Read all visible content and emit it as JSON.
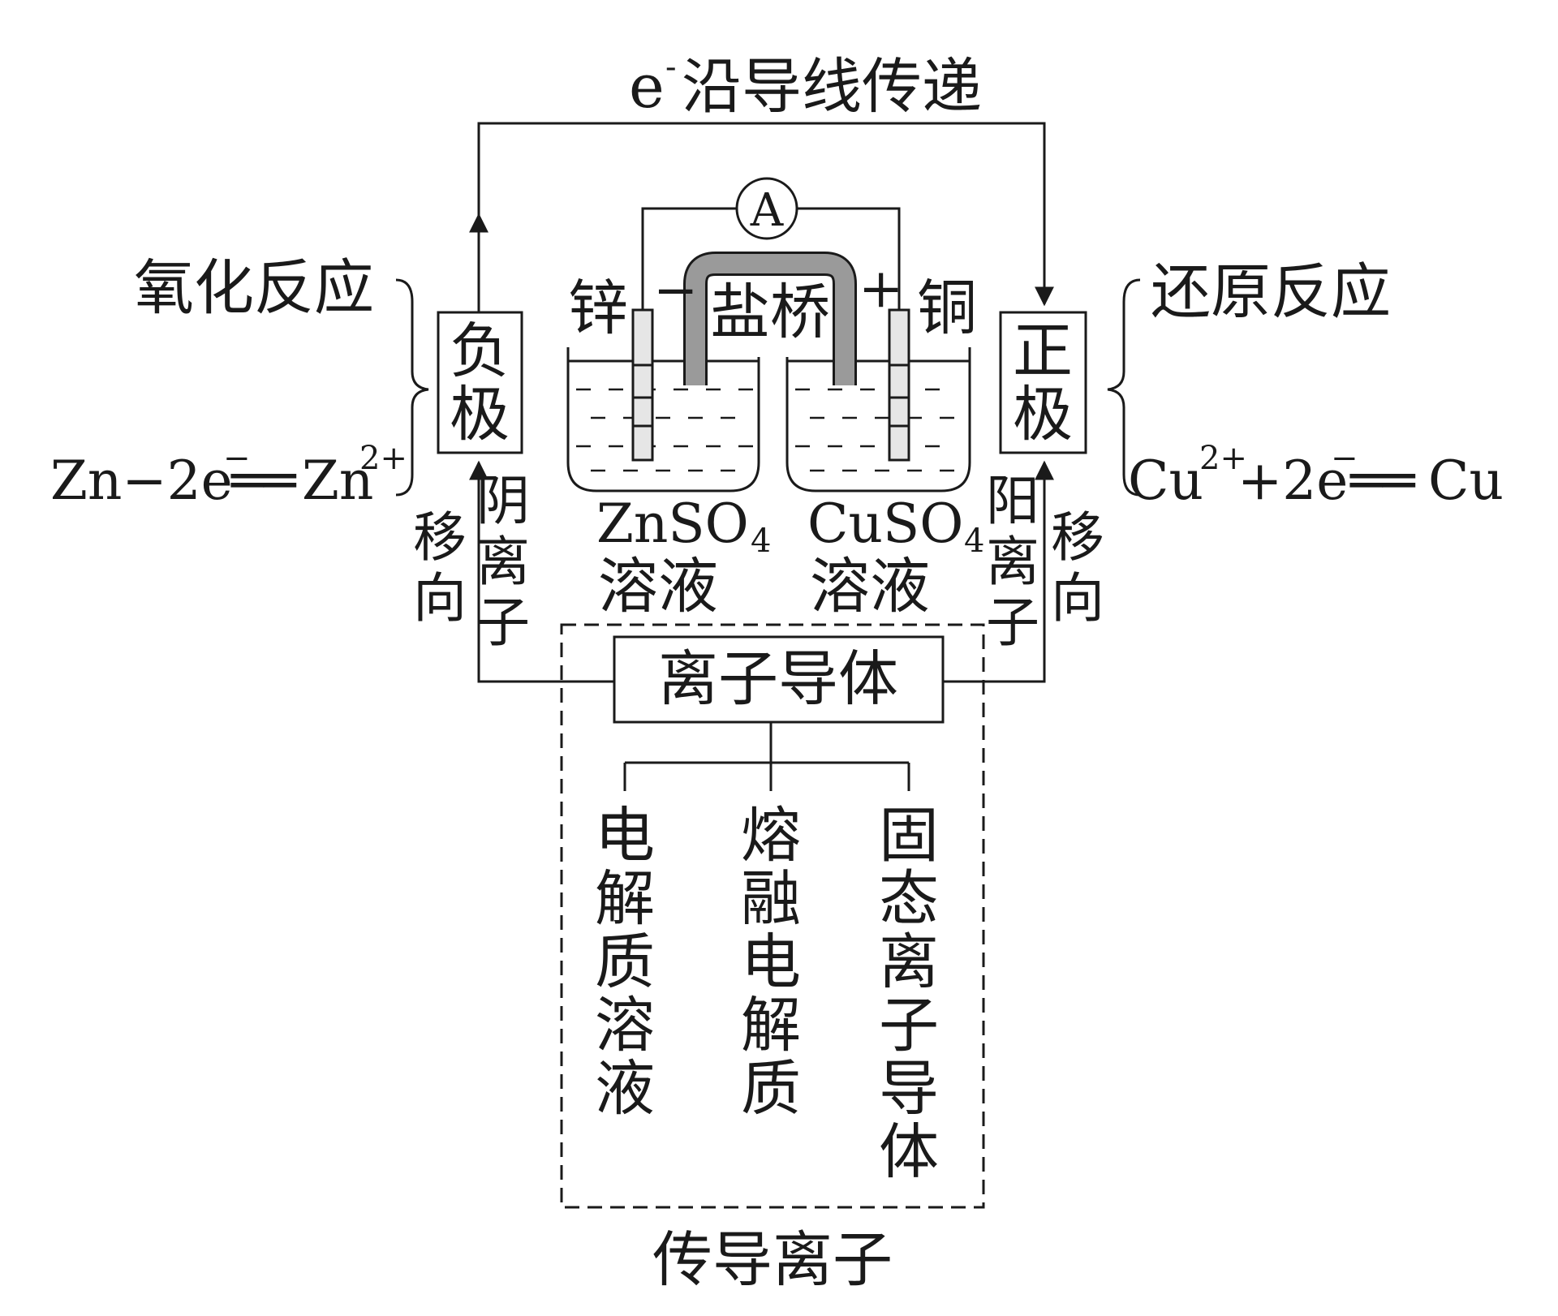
{
  "top": {
    "electron_label": "e",
    "electron_sup": "-",
    "electron_text": "沿导线传递"
  },
  "ammeter": {
    "symbol": "A"
  },
  "salt_bridge": {
    "label": "盐桥"
  },
  "electrodes": {
    "zinc": {
      "name": "锌",
      "sign": "−"
    },
    "copper": {
      "name": "铜",
      "sign": "+"
    }
  },
  "anode": {
    "box_chars": [
      "负",
      "极"
    ],
    "reaction_type": "氧化反应",
    "equation": {
      "left": "Zn−2e",
      "left_sup": "−",
      "equals": "══",
      "right": "Zn",
      "right_sup": "2+"
    },
    "ion_chars": [
      "阴",
      "离",
      "子"
    ],
    "move_chars": [
      "移",
      "向"
    ]
  },
  "cathode": {
    "box_chars": [
      "正",
      "极"
    ],
    "reaction_type": "还原反应",
    "equation": {
      "left": "Cu",
      "left_sup": "2+",
      "middle": "+2e",
      "middle_sup": "−",
      "equals": "══",
      "right": "Cu"
    },
    "ion_chars": [
      "阳",
      "离",
      "子"
    ],
    "move_chars": [
      "移",
      "向"
    ]
  },
  "solutions": {
    "left": {
      "formula": "ZnSO",
      "sub": "4",
      "word": "溶液"
    },
    "right": {
      "formula": "CuSO",
      "sub": "4",
      "word": "溶液"
    }
  },
  "ion_conductor": {
    "label": "离子导体",
    "types": [
      {
        "chars": [
          "电",
          "解",
          "质",
          "溶",
          "液"
        ]
      },
      {
        "chars": [
          "熔",
          "融",
          "电",
          "解",
          "质"
        ]
      },
      {
        "chars": [
          "固",
          "态",
          "离",
          "子",
          "导",
          "体"
        ]
      }
    ],
    "caption": "传导离子"
  }
}
